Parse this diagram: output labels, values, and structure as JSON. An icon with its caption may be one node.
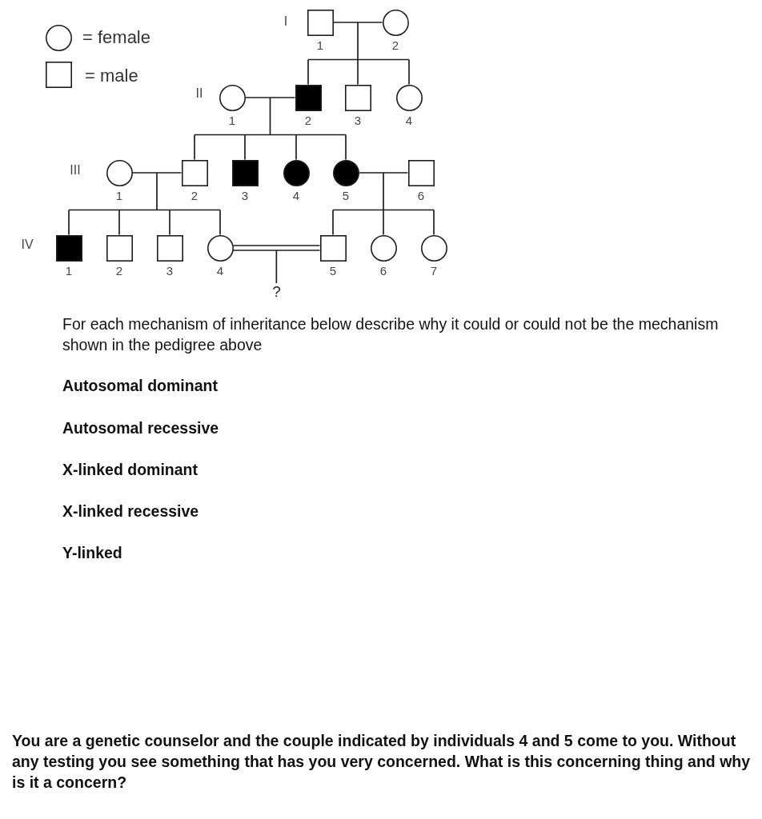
{
  "diagram": {
    "nodes": [
      {
        "text": [],
        "shape": "square",
        "beside": [
          "1"
        ]
      },
      {
        "text": [],
        "shape": "circle",
        "beside": [
          "2"
        ]
      },
      {
        "text": [],
        "shape": "circle",
        "beside": [
          "1"
        ]
      },
      {
        "text": [],
        "shape": "filled-square",
        "beside": [
          "2"
        ]
      },
      {
        "text": [],
        "shape": "square",
        "beside": [
          "3"
        ]
      },
      {
        "text": [],
        "shape": "circle",
        "beside": [
          "4"
        ]
      },
      {
        "text": [],
        "shape": "circle",
        "beside": [
          "1"
        ]
      },
      {
        "text": [],
        "shape": "square",
        "beside": [
          "2"
        ]
      },
      {
        "text": [],
        "shape": "filled-square",
        "beside": [
          "3"
        ]
      },
      {
        "text": [],
        "shape": "filled-circle",
        "beside": [
          "4"
        ]
      },
      {
        "text": [],
        "shape": "filled-circle",
        "beside": [
          "5"
        ]
      },
      {
        "text": [],
        "shape": "square",
        "beside": [
          "6"
        ]
      },
      {
        "text": [],
        "shape": "filled-square",
        "beside": [
          "1"
        ]
      },
      {
        "text": [],
        "shape": "square",
        "beside": [
          "2"
        ]
      },
      {
        "text": [],
        "shape": "square",
        "beside": [
          "3"
        ]
      },
      {
        "text": [],
        "shape": "circle",
        "beside": [
          "4"
        ]
      },
      {
        "text": [],
        "shape": "square",
        "beside": [
          "5"
        ]
      },
      {
        "text": [],
        "shape": "circle",
        "beside": [
          "6"
        ]
      },
      {
        "text": [],
        "shape": "circle",
        "beside": [
          "7"
        ]
      },
      {
        "text": [
          "?"
        ]
      }
    ],
    "edges": [
      {
        "from": 0,
        "to": 1,
        "arrow": "none"
      },
      {
        "from": 0,
        "to": 3,
        "arrow": "none"
      },
      {
        "from": 1,
        "to": 3,
        "arrow": "none"
      },
      {
        "from": 0,
        "to": 4,
        "arrow": "none"
      },
      {
        "from": 1,
        "to": 4,
        "arrow": "none"
      },
      {
        "from": 0,
        "to": 5,
        "arrow": "none"
      },
      {
        "from": 1,
        "to": 5,
        "arrow": "none"
      },
      {
        "from": 2,
        "to": 3,
        "arrow": "none"
      },
      {
        "from": 2,
        "to": 7,
        "arrow": "none"
      },
      {
        "from": 3,
        "to": 7,
        "arrow": "none"
      },
      {
        "from": 2,
        "to": 8,
        "arrow": "none"
      },
      {
        "from": 3,
        "to": 8,
        "arrow": "none"
      },
      {
        "from": 2,
        "to": 9,
        "arrow": "none"
      },
      {
        "from": 3,
        "to": 9,
        "arrow": "none"
      },
      {
        "from": 2,
        "to": 10,
        "arrow": "none"
      },
      {
        "from": 3,
        "to": 10,
        "arrow": "none"
      },
      {
        "from": 6,
        "to": 7,
        "arrow": "none"
      },
      {
        "from": 6,
        "to": 12,
        "arrow": "none"
      },
      {
        "from": 7,
        "to": 12,
        "arrow": "none"
      },
      {
        "from": 6,
        "to": 13,
        "arrow": "none"
      },
      {
        "from": 7,
        "to": 13,
        "arrow": "none"
      },
      {
        "from": 6,
        "to": 14,
        "arrow": "none"
      },
      {
        "from": 7,
        "to": 14,
        "arrow": "none"
      },
      {
        "from": 6,
        "to": 15,
        "arrow": "none"
      },
      {
        "from": 7,
        "to": 15,
        "arrow": "none"
      },
      {
        "from": 10,
        "to": 11,
        "arrow": "none"
      },
      {
        "from": 10,
        "to": 16,
        "arrow": "none"
      },
      {
        "from": 11,
        "to": 16,
        "arrow": "none"
      },
      {
        "from": 10,
        "to": 17,
        "arrow": "none"
      },
      {
        "from": 11,
        "to": 17,
        "arrow": "none"
      },
      {
        "from": 10,
        "to": 18,
        "arrow": "none"
      },
      {
        "from": 11,
        "to": 18,
        "arrow": "none"
      },
      {
        "from": 15,
        "to": 16,
        "arrow": "none"
      },
      {
        "from": 15,
        "to": 16,
        "arrow": "none"
      },
      {
        "from": 15,
        "to": 19,
        "arrow": "none"
      },
      {
        "from": 16,
        "to": 19,
        "arrow": "none"
      }
    ],
    "labels": [
      "I",
      "II",
      "III",
      "IV",
      "For each mechanism of inheritance below describe why it could or could not be the mechanism shown in the pedigree above",
      "Autosomal dominant",
      "Autosomal recessive",
      "X-linked dominant",
      "X-linked recessive",
      "Y-linked",
      "You are a genetic counselor and the couple indicated by individuals 4 and 5 come to you. Without any testing you see something that has you very concerned. What is this concerning thing and why is it a concern?"
    ],
    "legend": [
      {
        "text": "= female"
      },
      {
        "text": "= male"
      }
    ]
  }
}
